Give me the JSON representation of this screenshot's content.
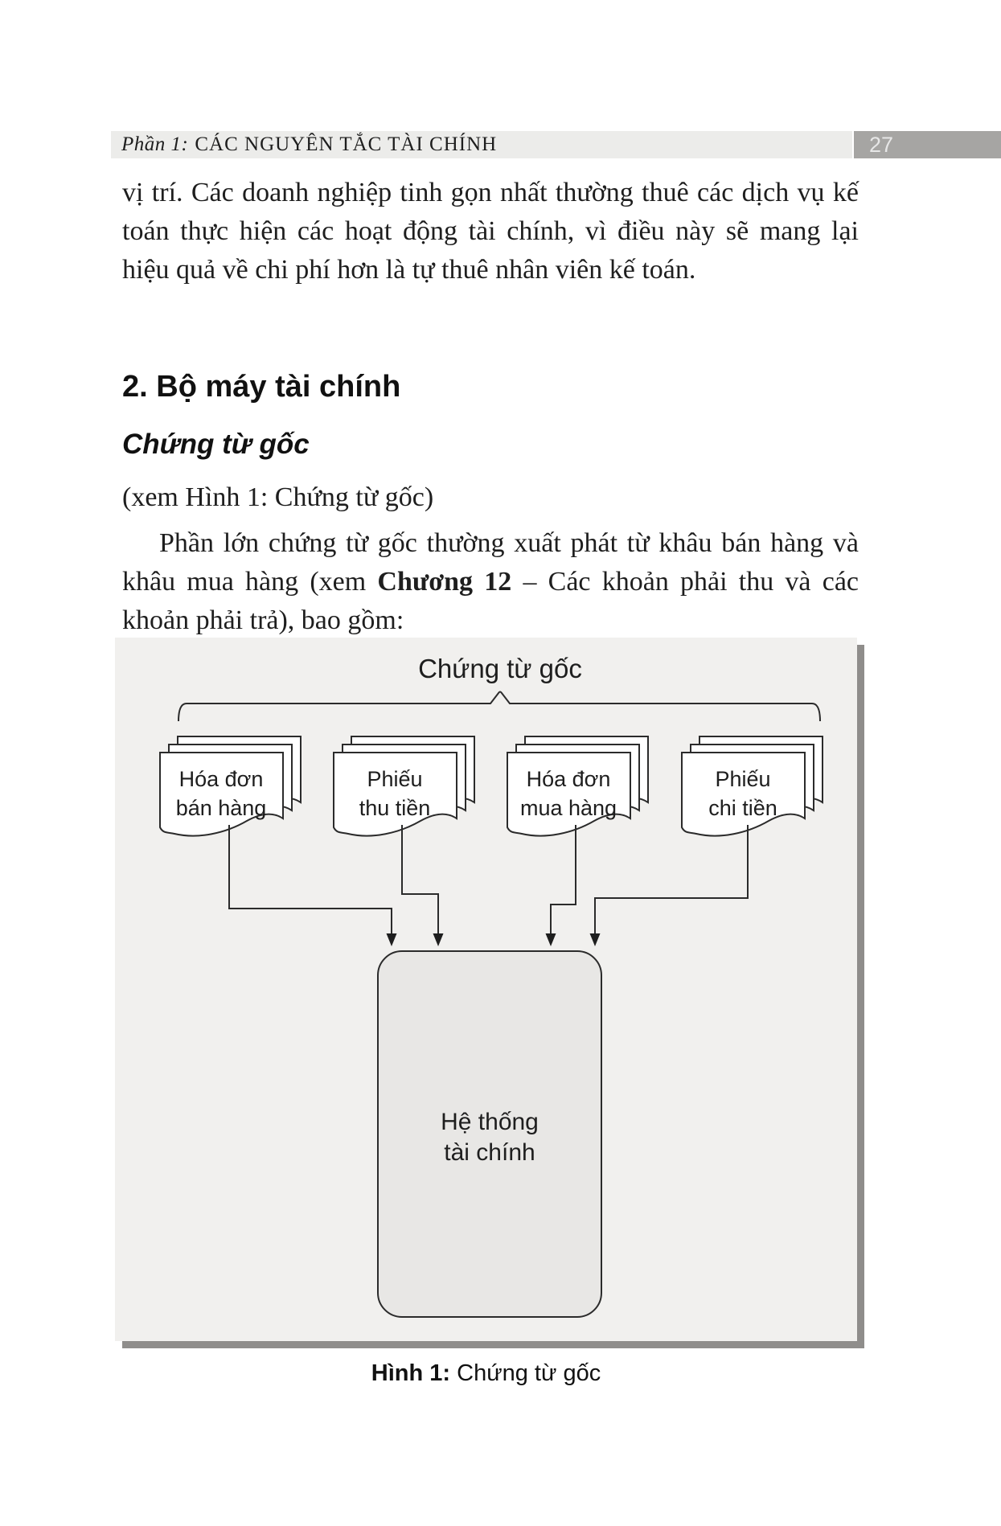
{
  "header": {
    "part_label": "Phần 1:",
    "part_title": "CÁC NGUYÊN TẮC TÀI CHÍNH",
    "page_number": "27"
  },
  "body": {
    "para1": "vị trí. Các doanh nghiệp tinh gọn nhất thường thuê các dịch vụ kế toán thực hiện các hoạt động tài chính, vì điều này sẽ mang lại hiệu quả về chi phí hơn là tự thuê nhân viên kế toán.",
    "section_heading": "2. Bộ máy tài chính",
    "subsection_heading": "Chứng từ gốc",
    "figure_ref": "(xem Hình 1: Chứng từ gốc)",
    "para2_pre": "Phần lớn chứng từ gốc thường xuất phát từ khâu bán hàng và khâu mua hàng (xem ",
    "para2_bold": "Chương 12",
    "para2_post": " – Các khoản phải thu và các khoản phải trả), bao gồm:"
  },
  "figure": {
    "title": "Chứng từ gốc",
    "documents": [
      {
        "line1": "Hóa đơn",
        "line2": "bán hàng"
      },
      {
        "line1": "Phiếu",
        "line2": "thu tiền"
      },
      {
        "line1": "Hóa đơn",
        "line2": "mua hàng"
      },
      {
        "line1": "Phiếu",
        "line2": "chi tiền"
      }
    ],
    "target": {
      "line1": "Hệ thống",
      "line2": "tài chính"
    },
    "caption_label": "Hình 1:",
    "caption_text": " Chứng từ gốc",
    "colors": {
      "panel_bg": "#f1f0ee",
      "box_fill": "#e8e7e5",
      "stroke": "#2b2b2b",
      "shadow": "#8f8d8b",
      "header_band": "#ececea",
      "page_num_box": "#a6a5a3"
    }
  }
}
